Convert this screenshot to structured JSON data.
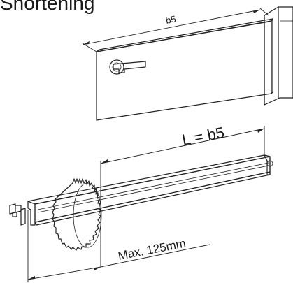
{
  "title": "Shortening",
  "labels": {
    "width_top": "b5",
    "length_formula": "L = b5",
    "max_cut": "Max. 125mm"
  }
}
